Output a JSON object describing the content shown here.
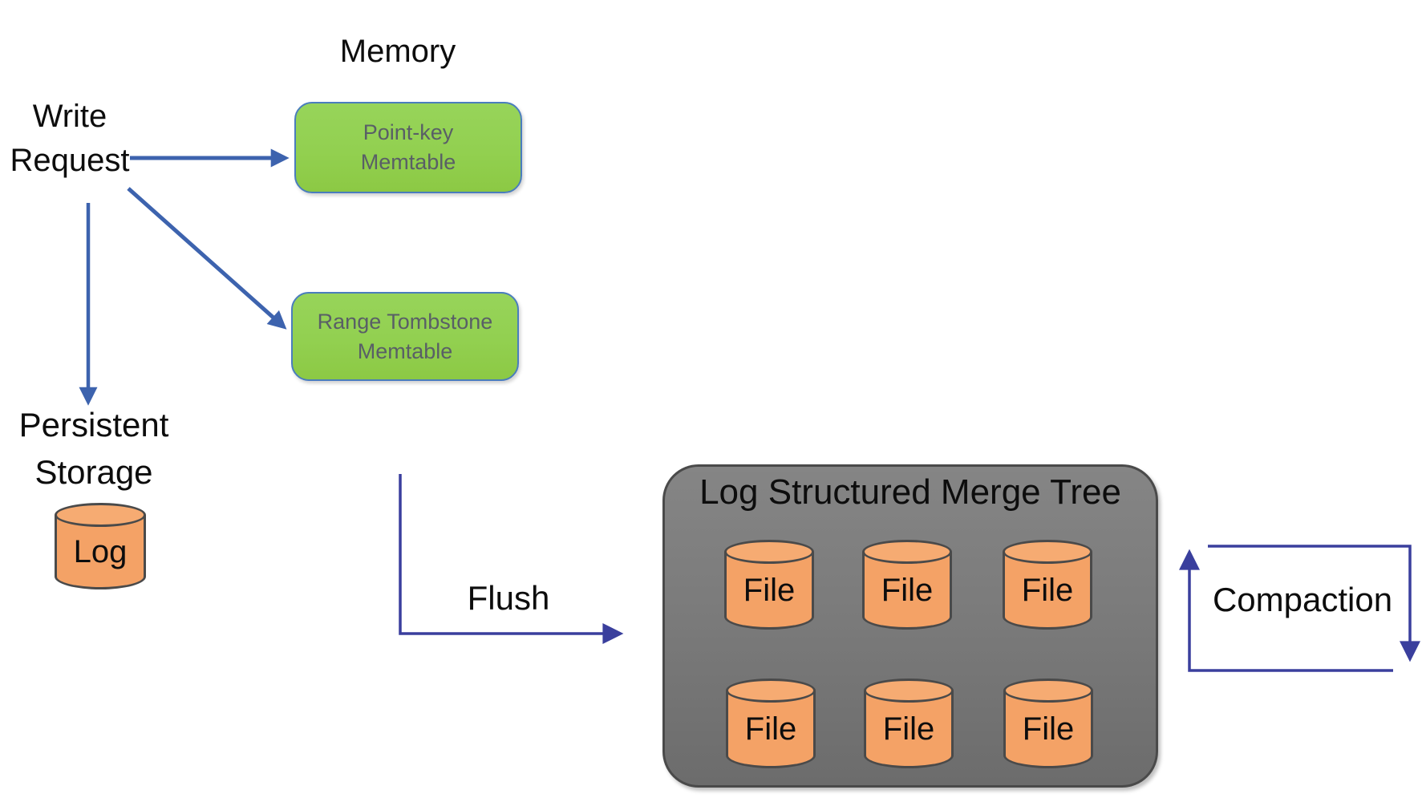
{
  "labels": {
    "memory": "Memory",
    "write_request": "Write\nRequest",
    "persistent_storage": "Persistent\nStorage",
    "log": "Log",
    "flush": "Flush",
    "compaction": "Compaction",
    "lsm_title": "Log Structured Merge Tree"
  },
  "memtables": [
    {
      "label": "Point-key\nMemtable"
    },
    {
      "label": "Range Tombstone\nMemtable"
    }
  ],
  "files": [
    "File",
    "File",
    "File",
    "File",
    "File",
    "File"
  ],
  "colors": {
    "memtable_fill": "#92d050",
    "memtable_border": "#4a7dbd",
    "memtable_text": "#595f66",
    "cylinder_fill": "#f4a266",
    "cylinder_border": "#4a4a4a",
    "lsm_box_fill": "#7b7b7b",
    "lsm_box_border": "#4a4a4a",
    "write_arrow_blue": "#3d63ae",
    "flush_compaction_indigo": "#3a3f9d"
  }
}
